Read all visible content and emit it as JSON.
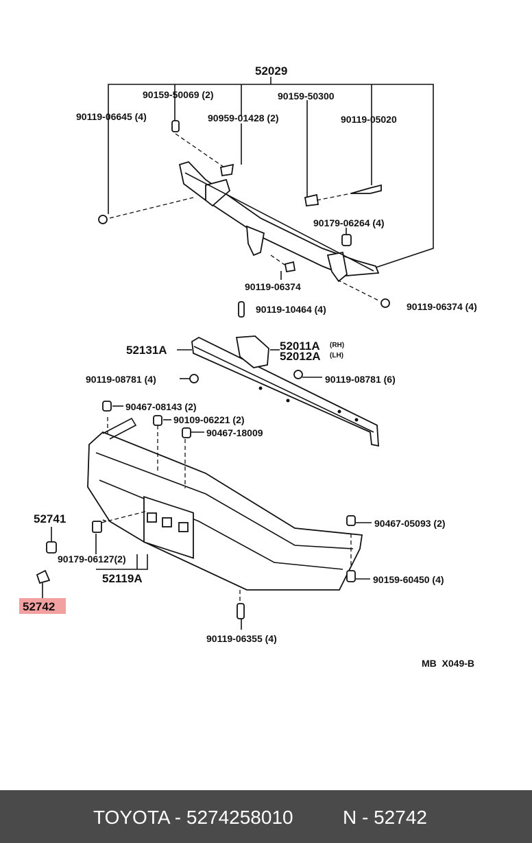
{
  "diagram": {
    "labels": {
      "p52029": "52029",
      "p90159_50069": "90159-50069 (2)",
      "p90159_50300": "90159-50300",
      "p90119_06645": "90119-06645 (4)",
      "p90959_01428": "90959-01428 (2)",
      "p90119_05020": "90119-05020",
      "p90179_06264": "90179-06264 (4)",
      "p90119_06374a": "90119-06374",
      "p90119_06374b": "90119-06374 (4)",
      "p90119_10464": "90119-10464 (4)",
      "p52131A": "52131A",
      "p52011A": "52011A",
      "p52011A_side": "(RH)",
      "p52012A": "52012A",
      "p52012A_side": "(LH)",
      "p90119_08781a": "90119-08781 (4)",
      "p90119_08781b": "90119-08781 (6)",
      "p90467_08143": "90467-08143 (2)",
      "p90109_06221": "90109-06221 (2)",
      "p90467_18009": "90467-18009",
      "p52741": "52741",
      "p90467_05093": "90467-05093 (2)",
      "p90179_06127": "90179-06127(2)",
      "p52119A": "52119A",
      "p90159_60450": "90159-60450 (4)",
      "p52742": "52742",
      "p90119_06355": "90119-06355 (4)",
      "ref_code": "MB  X049-B"
    },
    "highlight_color": "#f2a0a0"
  },
  "footer": {
    "brand_part": "TOYOTA - 5274258010",
    "ref": "N - 52742",
    "background": "#4a4a4a"
  }
}
